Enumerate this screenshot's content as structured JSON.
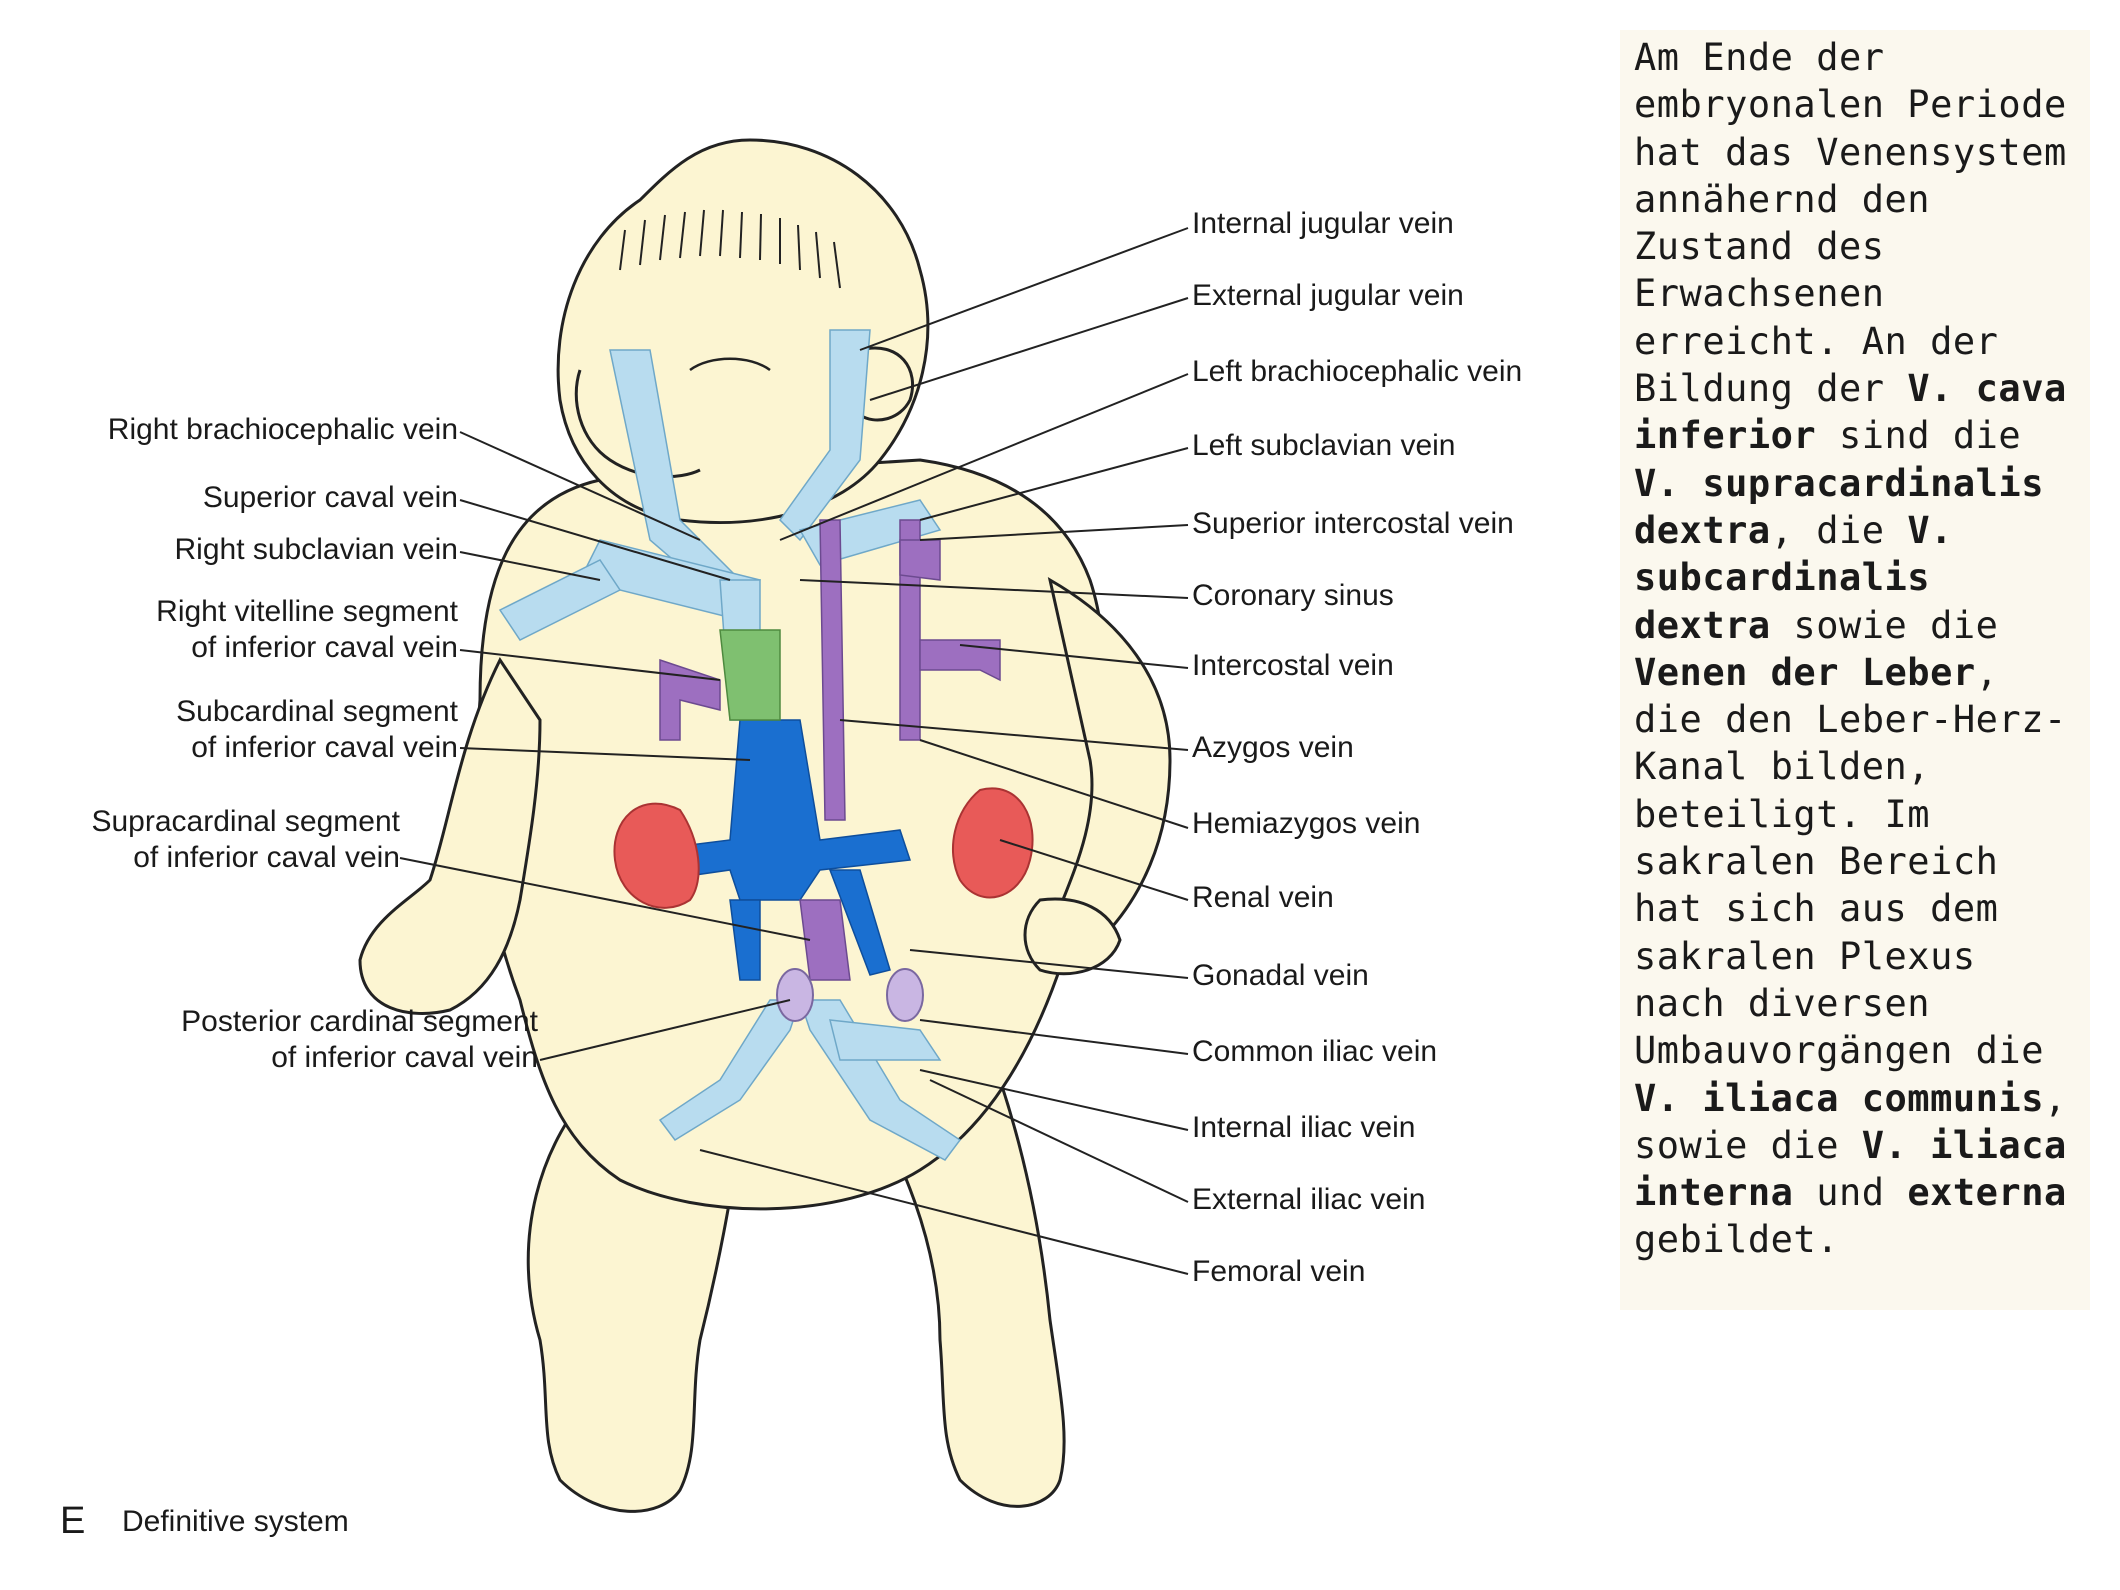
{
  "figure": {
    "panel_letter": "E",
    "panel_title": "Definitive system",
    "labels_right": [
      "Internal jugular vein",
      "External jugular vein",
      "Left brachiocephalic vein",
      "Left subclavian vein",
      "Superior intercostal vein",
      "Coronary sinus",
      "Intercostal vein",
      "Azygos vein",
      "Hemiazygos vein",
      "Renal vein",
      "Gonadal vein",
      "Common iliac vein",
      "Internal iliac vein",
      "External iliac vein",
      "Femoral vein"
    ],
    "labels_left": [
      "Right brachiocephalic vein",
      "Superior caval vein",
      "Right subclavian vein",
      "Right vitelline segment",
      "of inferior caval vein",
      "Subcardinal segment",
      "of inferior caval vein",
      "Supracardinal segment",
      "of inferior caval vein",
      "Posterior cardinal segment",
      "of inferior caval vein"
    ],
    "colors": {
      "body": "#fcf5d2",
      "cardinal_veins": "#b8dcef",
      "subcardinal": "#1a6fd0",
      "supracardinal": "#9d6fc0",
      "vitelline": "#7fc070",
      "kidney": "#e85a58",
      "gonad": "#c9b6e3"
    }
  },
  "side_text": {
    "segments": [
      {
        "t": "Am Ende der embryonalen Periode hat das Venensystem annähernd den Zustand des Erwachsenen erreicht. An der Bildung der ",
        "b": false
      },
      {
        "t": "V. cava inferior",
        "b": true
      },
      {
        "t": " sind die ",
        "b": false
      },
      {
        "t": "V. supracardinalis dextra",
        "b": true
      },
      {
        "t": ", die ",
        "b": false
      },
      {
        "t": "V. subcardinalis dextra",
        "b": true
      },
      {
        "t": " sowie die ",
        "b": false
      },
      {
        "t": "Venen der Leber",
        "b": true
      },
      {
        "t": ", die den Leber-Herz-Kanal bilden, beteiligt. Im sakralen Bereich hat sich aus dem sakralen Plexus nach diversen Umbauvorgängen die ",
        "b": false
      },
      {
        "t": "V. iliaca communis",
        "b": true
      },
      {
        "t": ", sowie die ",
        "b": false
      },
      {
        "t": "V. iliaca interna",
        "b": true
      },
      {
        "t": " und ",
        "b": false
      },
      {
        "t": "externa",
        "b": true
      },
      {
        "t": " gebildet.",
        "b": false
      }
    ]
  }
}
